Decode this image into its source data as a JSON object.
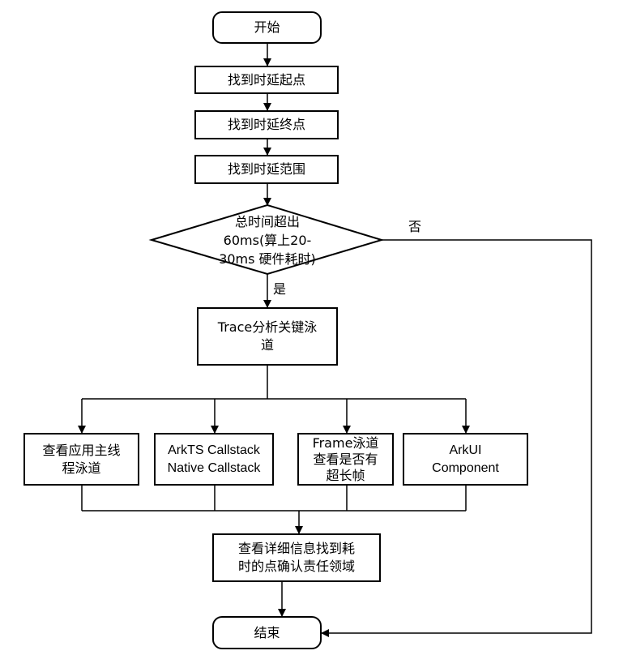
{
  "nodes": {
    "start": "开始",
    "find_start": "找到时延起点",
    "find_end": "找到时延终点",
    "find_range": "找到时延范围",
    "decision": [
      "总时间超出",
      "60ms(算上20-",
      "30ms 硬件耗时)"
    ],
    "trace": [
      "Trace分析关键泳",
      "道"
    ],
    "main_thread": [
      "查看应用主线",
      "程泳道"
    ],
    "callstack": [
      "ArkTS Callstack",
      "Native Callstack"
    ],
    "frame": [
      "Frame泳道",
      "查看是否有",
      "超长帧"
    ],
    "arkui": [
      "ArkUI",
      "Component"
    ],
    "detail": [
      "查看详细信息找到耗",
      "时的点确认责任领域"
    ],
    "end": "结束"
  },
  "labels": {
    "yes": "是",
    "no": "否"
  }
}
